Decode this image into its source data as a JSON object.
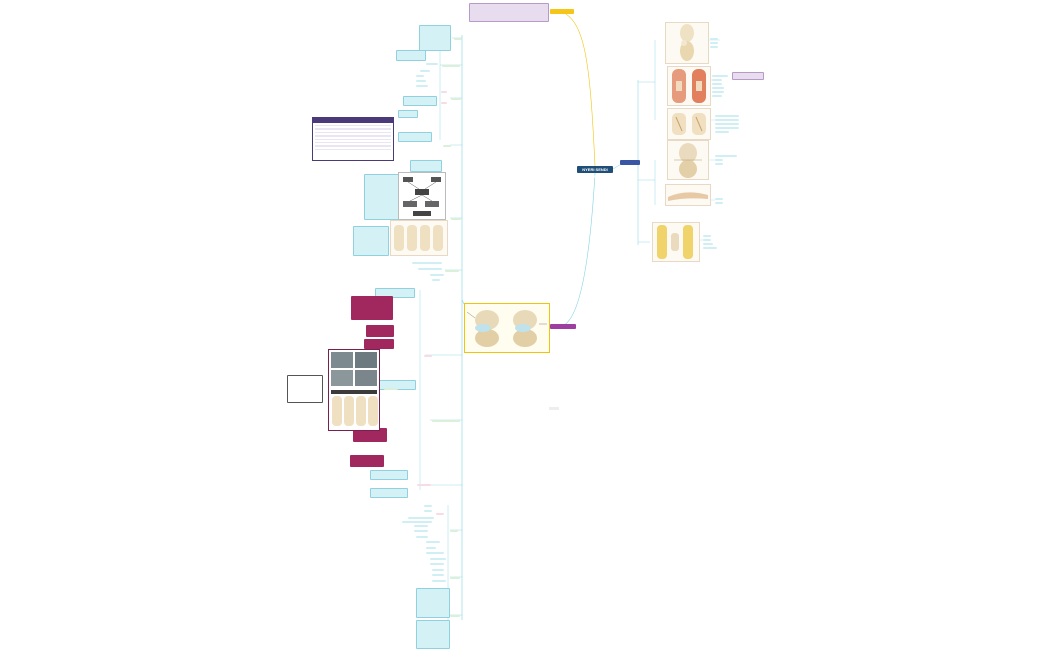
{
  "mindmap": {
    "central_title": "NYERI SENDI LUTUT",
    "central_subtitle": "",
    "branches": [
      {
        "id": "top",
        "label": "",
        "color": "#f5c518"
      },
      {
        "id": "right",
        "label": "",
        "color": "#3a55a4"
      },
      {
        "id": "bottom",
        "label": "",
        "color": "#9c3fa0"
      }
    ],
    "bottom_label": ""
  },
  "colors": {
    "central": "#1f4e79",
    "yellow_branch": "#f5c518",
    "purple_branch": "#9c3fa0",
    "blue_branch": "#3a55a4",
    "cyan_line": "#7fd3e2",
    "note_cyan": "#d4f1f6",
    "note_purple": "#e7ddef",
    "note_magenta": "#a0285f"
  },
  "icons": {
    "knee_images": "knee-anatomy-illustration"
  }
}
